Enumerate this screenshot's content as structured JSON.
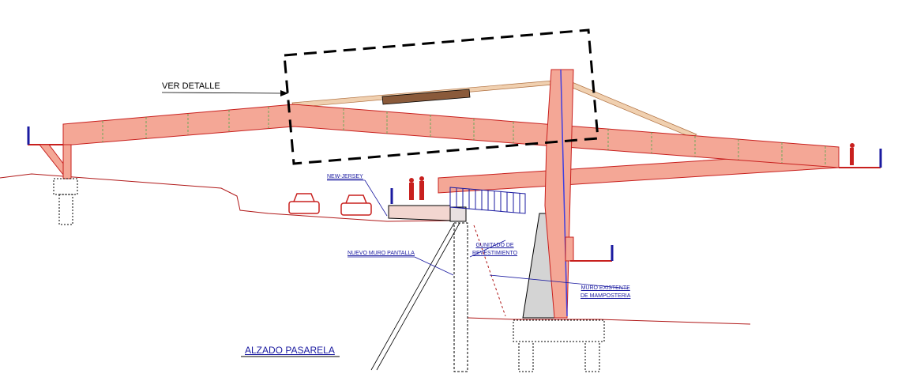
{
  "labels": {
    "ver_detalle": "VER DETALLE",
    "new_jersey": "NEW-JERSEY",
    "nuevo_muro": "NUEVO MURO PANTALLA",
    "gunitado_1": "GUNITADO DE",
    "gunitado_2": "REVESTIMIENTO",
    "muro_existente_1": "MURO EXISTENTE",
    "muro_existente_2": "DE MAMPOSTERIA",
    "title": "ALZADO PASARELA"
  },
  "colors": {
    "deck_fill": "#f4a796",
    "deck_stroke": "#c8201e",
    "annotation": "#1a1aa0",
    "wall": "#d4d4d4",
    "cable": "#e8c8a0"
  }
}
